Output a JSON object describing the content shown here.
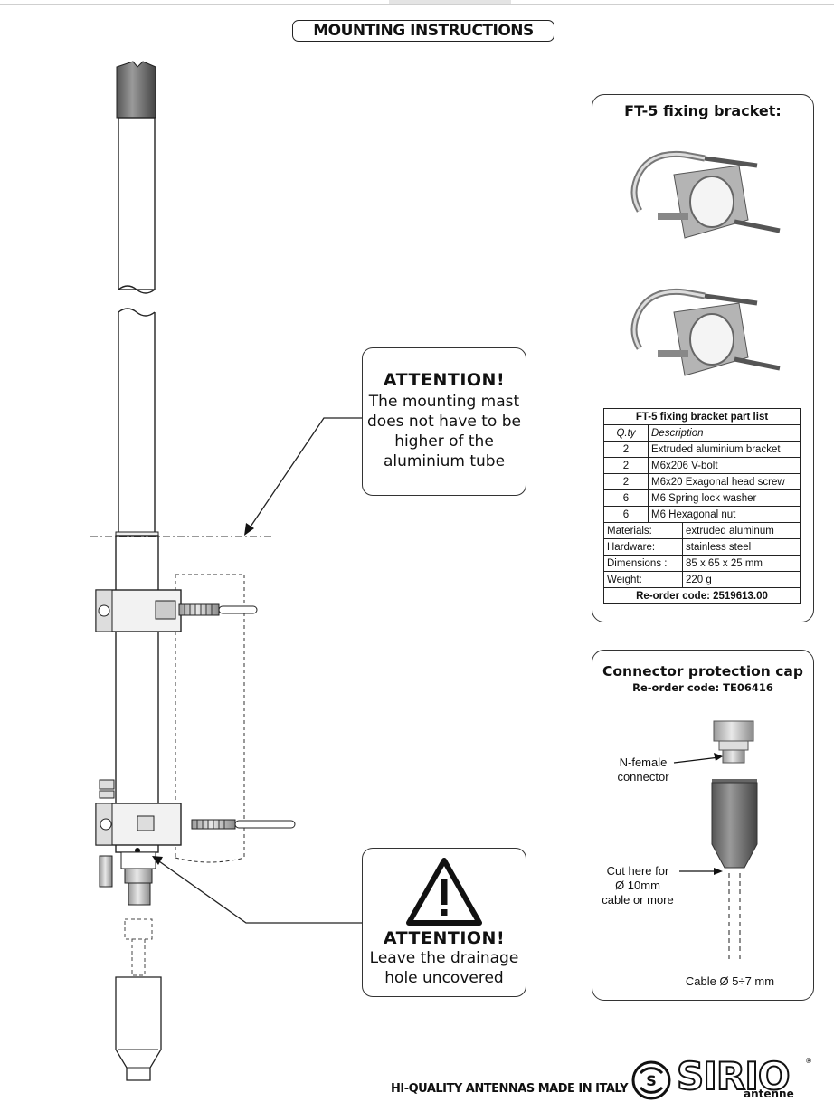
{
  "header": {
    "title": "MOUNTING INSTRUCTIONS"
  },
  "attention1": {
    "title": "ATTENTION!",
    "lines": [
      "The mounting mast",
      "does not have to be",
      "higher of the",
      "aluminium tube"
    ]
  },
  "attention2": {
    "title": "ATTENTION!",
    "lines": [
      "Leave the drainage",
      "hole uncovered"
    ]
  },
  "bracket": {
    "title": "FT-5 fixing bracket:",
    "table_title": "FT-5 fixing bracket part list",
    "col_qty": "Q.ty",
    "col_desc": "Description",
    "parts": [
      {
        "qty": "2",
        "desc": "Extruded aluminium bracket"
      },
      {
        "qty": "2",
        "desc": "M6x206 V-bolt"
      },
      {
        "qty": "2",
        "desc": "M6x20 Exagonal head screw"
      },
      {
        "qty": "6",
        "desc": "M6 Spring lock washer"
      },
      {
        "qty": "6",
        "desc": "M6 Hexagonal nut"
      }
    ],
    "specs": [
      {
        "label": "Materials:",
        "value": "extruded aluminum"
      },
      {
        "label": "Hardware:",
        "value": "stainless steel"
      },
      {
        "label": "Dimensions :",
        "value": "85 x 65 x 25 mm"
      },
      {
        "label": "Weight:",
        "value": "220 g"
      }
    ],
    "reorder": "Re-order code: 2519613.00"
  },
  "cap": {
    "title": "Connector protection cap",
    "reorder": "Re-order code: TE06416",
    "connector_label": [
      "N-female",
      "connector"
    ],
    "cut_label": [
      "Cut here for",
      "Ø 10mm",
      "cable or more"
    ],
    "cable_label": "Cable Ø 5÷7 mm"
  },
  "footer": {
    "tagline": "HI-QUALITY ANTENNAS MADE IN ITALY",
    "brand": "SIRIO",
    "brand_sub": "antenne",
    "brand_mark": "®"
  },
  "icons": [
    "warning-triangle-icon",
    "sirio-logo-icon"
  ]
}
